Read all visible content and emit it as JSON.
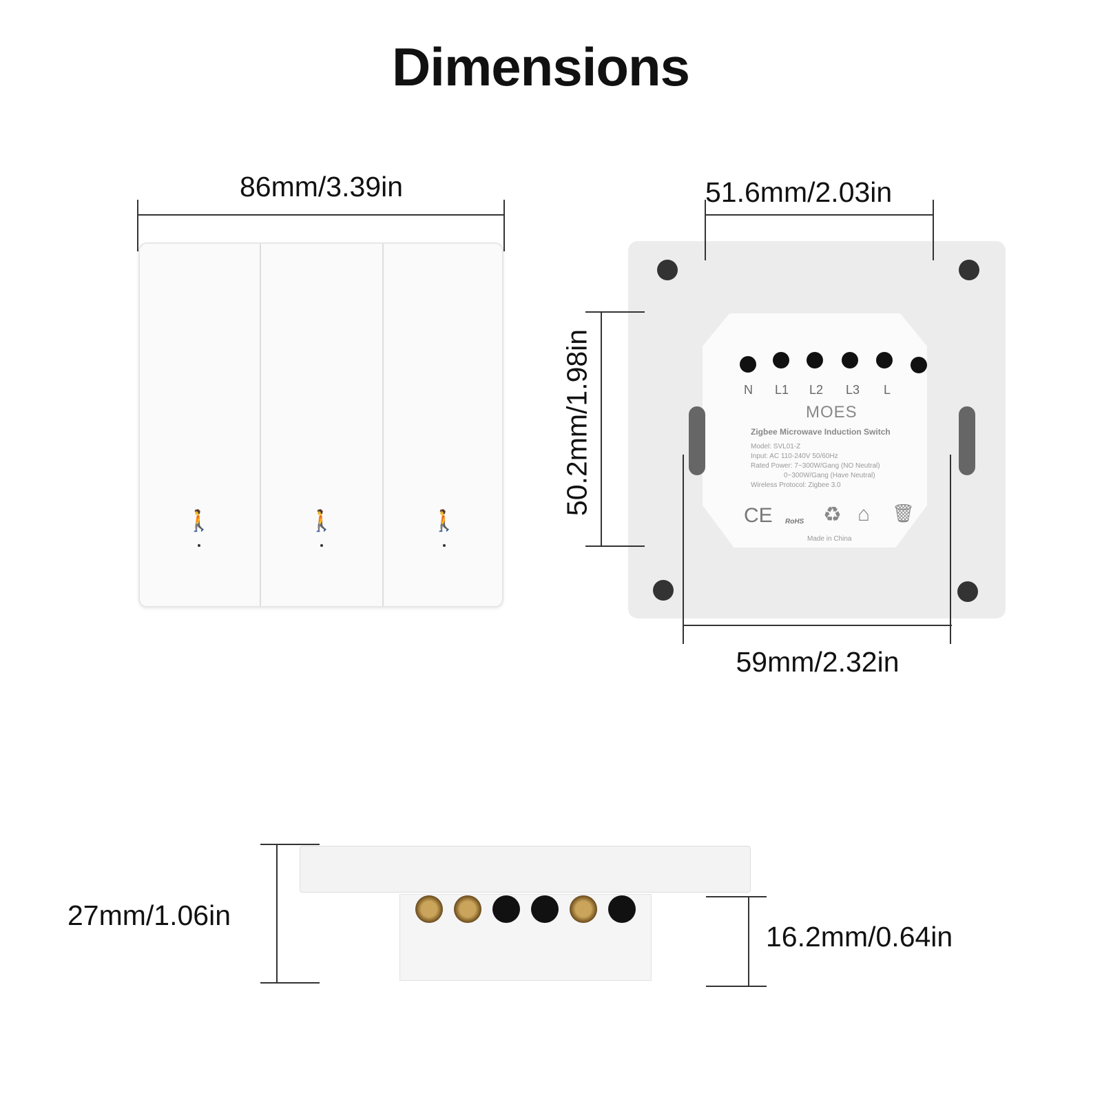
{
  "title": "Dimensions",
  "dimensions": {
    "front_width": "86mm/3.39in",
    "module_width": "51.6mm/2.03in",
    "module_height": "50.2mm/1.98in",
    "clip_spacing": "59mm/2.32in",
    "total_depth": "27mm/1.06in",
    "body_depth": "16.2mm/0.64in"
  },
  "module": {
    "terminals": [
      "N",
      "L1",
      "L2",
      "L3",
      "L"
    ],
    "brand": "MOES",
    "product": "Zigbee Microwave Induction Switch",
    "specs": [
      "Model: SVL01-Z",
      "Input: AC 110-240V 50/60Hz",
      "Rated Power: 7~300W/Gang (NO Neutral)",
      "0~300W/Gang (Have Neutral)",
      "Wireless Protocol: Zigbee 3.0"
    ],
    "certs": [
      "CE",
      "RoHS"
    ],
    "origin": "Made in China"
  }
}
